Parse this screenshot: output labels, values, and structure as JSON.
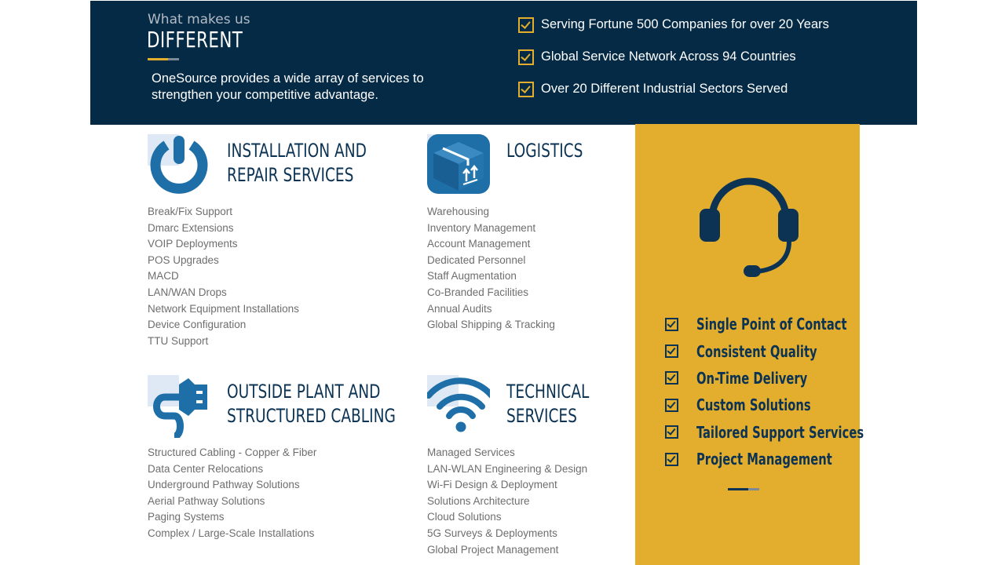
{
  "banner": {
    "eyebrow": "What makes us",
    "headline": "DIFFERENT",
    "intro": "OneSource provides a wide array of services to strengthen your competitive advantage.",
    "checks": [
      "Serving Fortune 500 Companies for over 20 Years",
      "Global Service Network Across 94 Countries",
      "Over 20 Different Industrial Sectors Served"
    ]
  },
  "services": {
    "installation": {
      "title_line1": "INSTALLATION AND",
      "title_line2": "REPAIR SERVICES",
      "icon": "power-icon",
      "items": [
        "Break/Fix Support",
        "Dmarc Extensions",
        "VOIP Deployments",
        "POS Upgrades",
        "MACD",
        "LAN/WAN Drops",
        "Network Equipment Installations",
        "Device Configuration",
        "TTU Support"
      ]
    },
    "logistics": {
      "title_line1": "LOGISTICS",
      "title_line2": "",
      "icon": "box-icon",
      "items": [
        "Warehousing",
        "Inventory Management",
        "Account Management",
        "Dedicated Personnel",
        "Staff Augmentation",
        "Co-Branded Facilities",
        "Annual Audits",
        "Global Shipping & Tracking"
      ]
    },
    "cabling": {
      "title_line1": "OUTSIDE PLANT AND",
      "title_line2": "STRUCTURED CABLING",
      "icon": "cable-icon",
      "items": [
        "Structured Cabling - Copper & Fiber",
        "Data Center Relocations",
        "Underground Pathway Solutions",
        "Aerial Pathway Solutions",
        "Paging Systems",
        "Complex / Large-Scale Installations"
      ]
    },
    "technical": {
      "title_line1": "TECHNICAL",
      "title_line2": "SERVICES",
      "icon": "wifi-icon",
      "items": [
        "Managed Services",
        "LAN-WLAN Engineering & Design",
        "Wi-Fi Design & Deployment",
        "Solutions Architecture",
        "Cloud Solutions",
        "5G Surveys & Deployments",
        "Global Project Management"
      ]
    }
  },
  "side_panel": {
    "icon": "headset-icon",
    "items": [
      "Single Point of Contact",
      "Consistent Quality",
      "On-Time Delivery",
      "Custom Solutions",
      "Tailored Support Services",
      "Project Management"
    ]
  },
  "colors": {
    "navy": "#052a45",
    "gold": "#e3ae2e",
    "icon_blue": "#1e6fa8",
    "heading": "#0c3353"
  }
}
